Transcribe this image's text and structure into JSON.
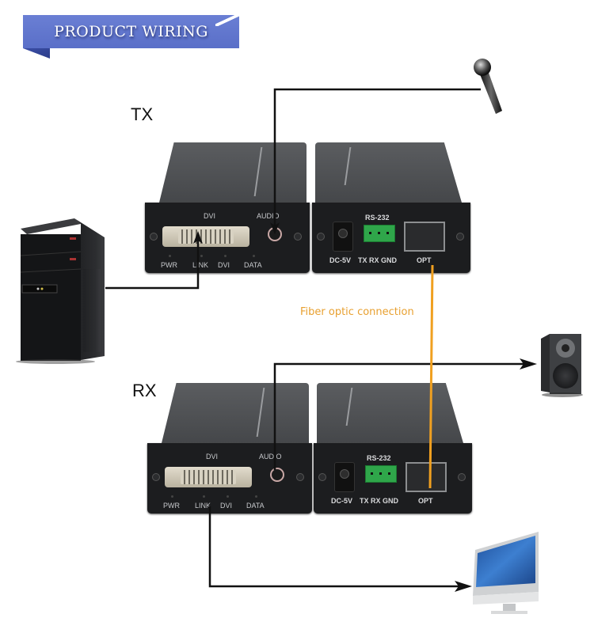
{
  "banner": {
    "title": "PRODUCT WIRING"
  },
  "labels": {
    "tx": "TX",
    "rx": "RX",
    "fiber": "Fiber optic connection"
  },
  "units": {
    "tx_video": {
      "dvi_label": "DVI",
      "audio_label": "AUDIO",
      "leds": [
        "PWR",
        "LINK",
        "DVI",
        "DATA"
      ]
    },
    "tx_optical": {
      "dc_label": "DC-5V",
      "serial_label": "RS-232",
      "serial_pins": "TX RX GND",
      "opt_label": "OPT"
    },
    "rx_video": {
      "dvi_label": "DVI",
      "audio_label": "AUDIO",
      "leds": [
        "PWR",
        "LINK",
        "DVI",
        "DATA"
      ]
    },
    "rx_optical": {
      "dc_label": "DC-5V",
      "serial_label": "RS-232",
      "serial_pins": "TX RX GND",
      "opt_label": "OPT"
    }
  },
  "peripherals": {
    "source": "computer-tower-icon",
    "audio_in": "microphone-icon",
    "audio_out": "speaker-icon",
    "display": "monitor-icon"
  },
  "colors": {
    "banner": "#5a6fc8",
    "fiber": "#f0a020",
    "wire": "#111111"
  }
}
